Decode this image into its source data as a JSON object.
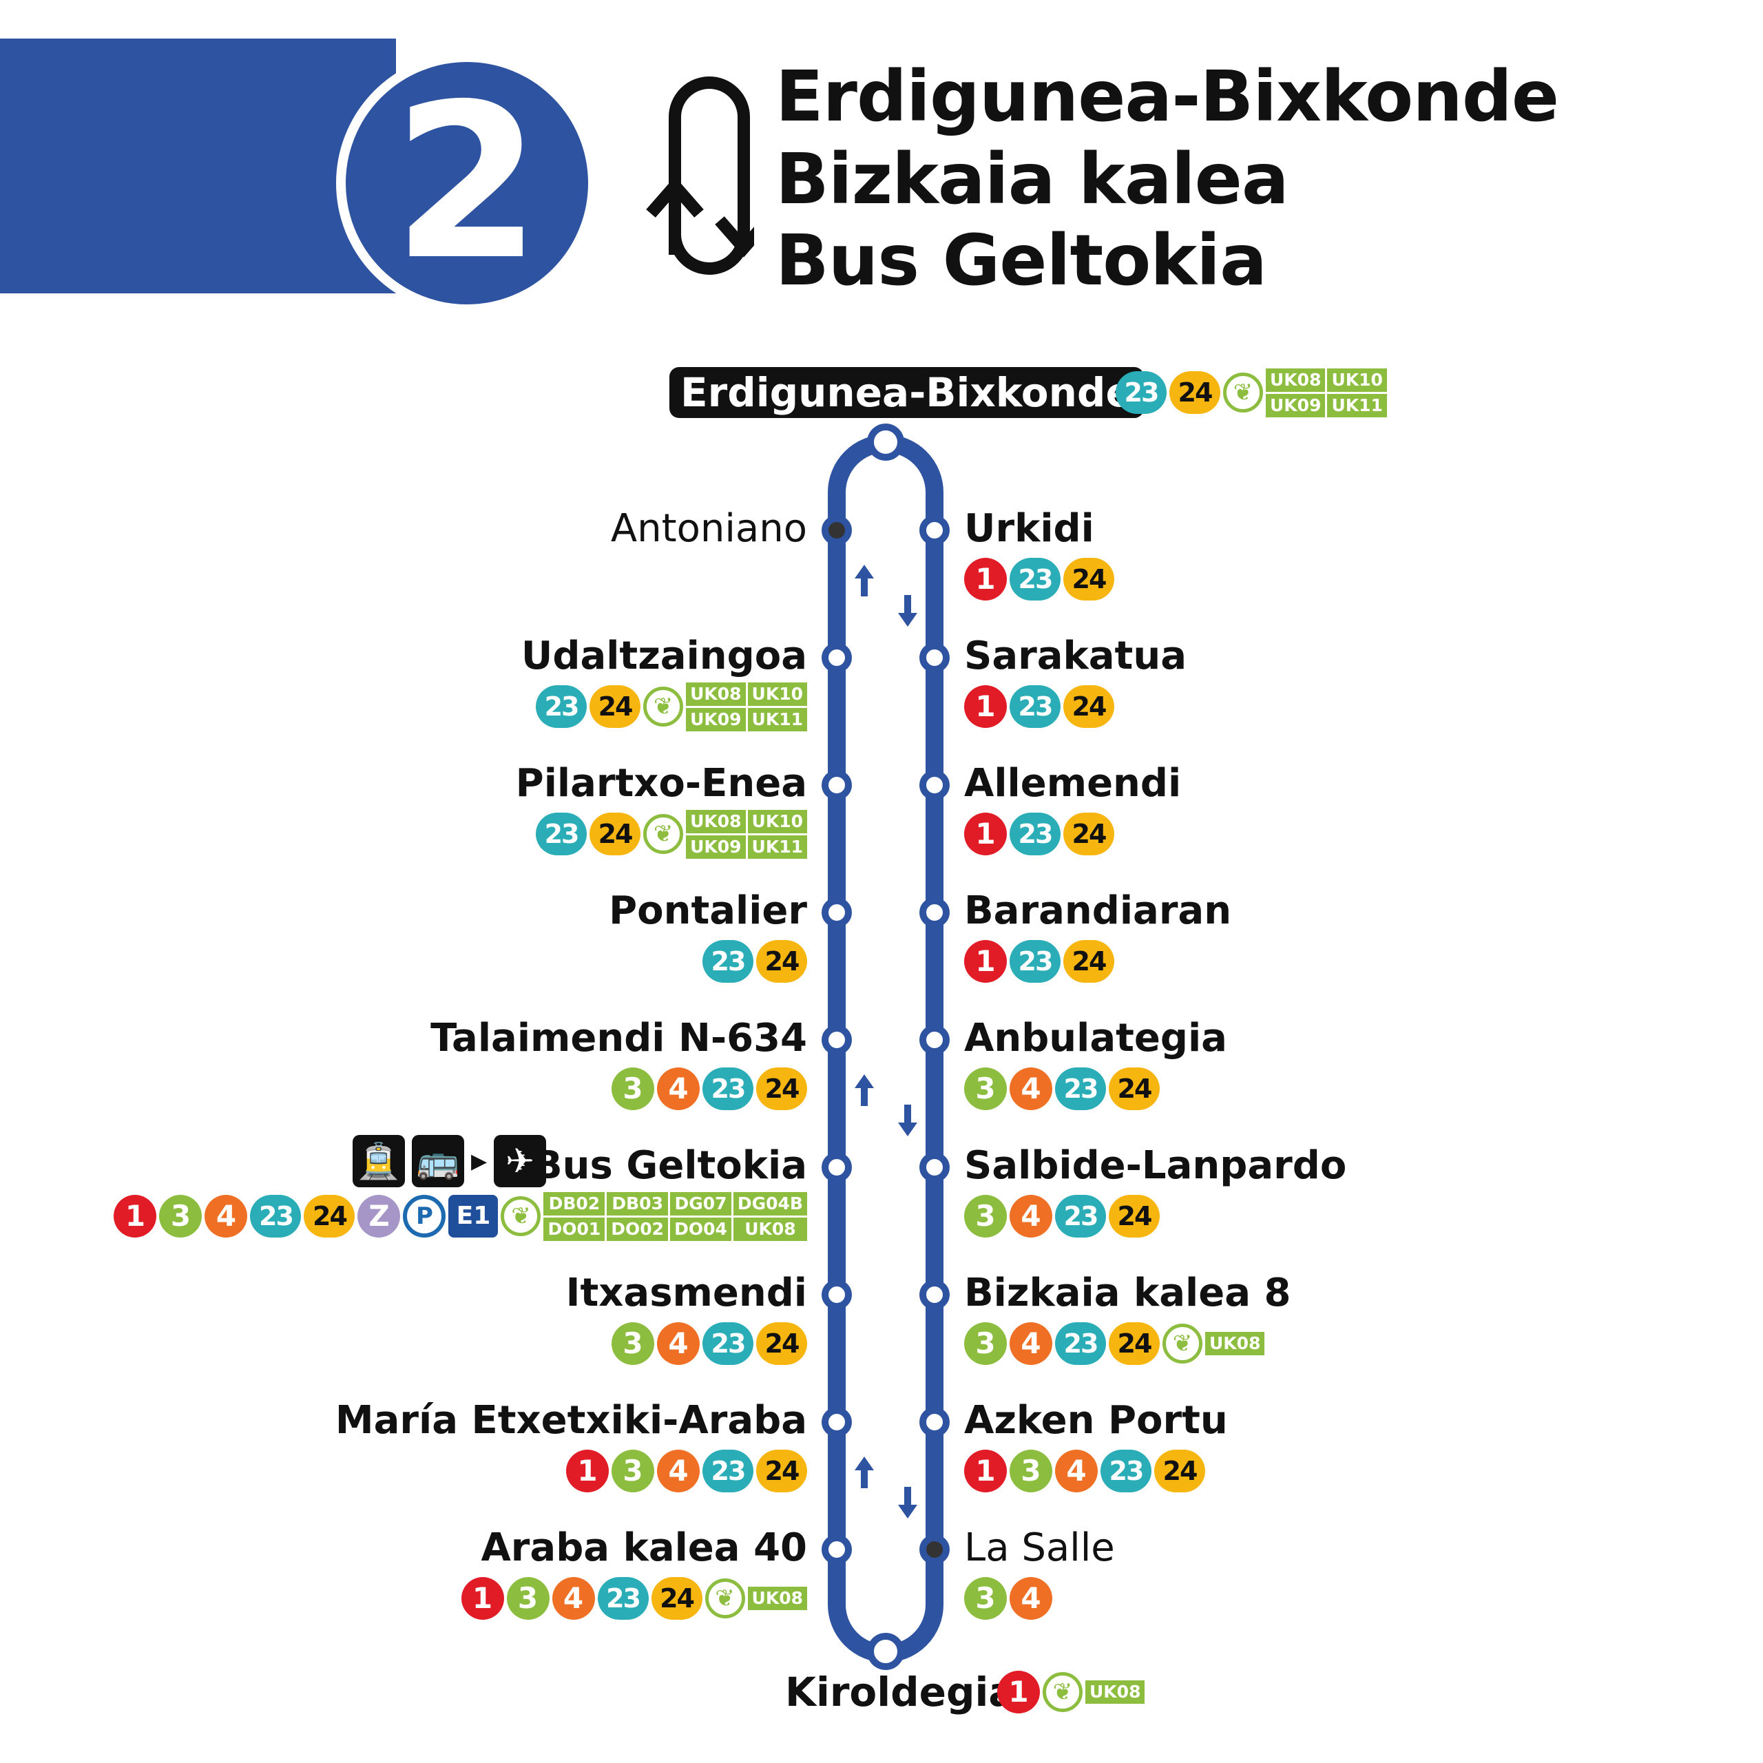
{
  "header": {
    "line_number": "2",
    "titles": [
      "Erdigunea-Bixkonde",
      "Bizkaia kalea",
      "Bus Geltokia"
    ]
  },
  "colors": {
    "line": "#2e53a1",
    "bus_23": "#2aadb7",
    "bus_24": "#f6b60f",
    "bus_1": "#e11c27",
    "bus_3": "#8cbd3f",
    "bus_4": "#ef7024",
    "uk_green": "#8cbd3f"
  },
  "terminus_top": {
    "name": "Erdigunea-Bixkonde",
    "buses": [
      "23",
      "24"
    ],
    "uk": [
      "UK08",
      "UK09",
      "UK10",
      "UK11"
    ]
  },
  "terminus_bottom": {
    "name": "Kiroldegia",
    "buses": [
      "1"
    ],
    "uk": [
      "UK08"
    ]
  },
  "left_stops": [
    {
      "name": "Antoniano",
      "bold": false,
      "buses": [],
      "uk": []
    },
    {
      "name": "Udaltzaingoa",
      "bold": true,
      "buses": [
        "23",
        "24"
      ],
      "uk": [
        "UK08",
        "UK09",
        "UK10",
        "UK11"
      ]
    },
    {
      "name": "Pilartxo-Enea",
      "bold": true,
      "buses": [
        "23",
        "24"
      ],
      "uk": [
        "UK08",
        "UK09",
        "UK10",
        "UK11"
      ]
    },
    {
      "name": "Pontalier",
      "bold": true,
      "buses": [
        "23",
        "24"
      ],
      "uk": []
    },
    {
      "name": "Talaimendi N-634",
      "bold": true,
      "buses": [
        "3",
        "4",
        "23",
        "24"
      ],
      "uk": []
    },
    {
      "name": "Bus Geltokia",
      "bold": true,
      "buses": [
        "1",
        "3",
        "4",
        "23",
        "24",
        "Z",
        "P",
        "E1"
      ],
      "uk": [
        "DB02",
        "DO01",
        "DB03",
        "DO02",
        "DG07",
        "DO04",
        "DG04B",
        "UK08"
      ]
    },
    {
      "name": "Itxasmendi",
      "bold": true,
      "buses": [
        "3",
        "4",
        "23",
        "24"
      ],
      "uk": []
    },
    {
      "name": "María Etxetxiki-Araba",
      "bold": true,
      "buses": [
        "1",
        "3",
        "4",
        "23",
        "24"
      ],
      "uk": []
    },
    {
      "name": "Araba kalea 40",
      "bold": true,
      "buses": [
        "1",
        "3",
        "4",
        "23",
        "24"
      ],
      "uk": [
        "UK08"
      ]
    }
  ],
  "right_stops": [
    {
      "name": "Urkidi",
      "bold": true,
      "buses": [
        "1",
        "23",
        "24"
      ],
      "uk": []
    },
    {
      "name": "Sarakatua",
      "bold": true,
      "buses": [
        "1",
        "23",
        "24"
      ],
      "uk": []
    },
    {
      "name": "Allemendi",
      "bold": true,
      "buses": [
        "1",
        "23",
        "24"
      ],
      "uk": []
    },
    {
      "name": "Barandiaran",
      "bold": true,
      "buses": [
        "1",
        "23",
        "24"
      ],
      "uk": []
    },
    {
      "name": "Anbulategia",
      "bold": true,
      "buses": [
        "3",
        "4",
        "23",
        "24"
      ],
      "uk": []
    },
    {
      "name": "Salbide-Lanpardo",
      "bold": true,
      "buses": [
        "3",
        "4",
        "23",
        "24"
      ],
      "uk": []
    },
    {
      "name": "Bizkaia kalea 8",
      "bold": true,
      "buses": [
        "3",
        "4",
        "23",
        "24"
      ],
      "uk": [
        "UK08"
      ]
    },
    {
      "name": "Azken Portu",
      "bold": true,
      "buses": [
        "1",
        "3",
        "4",
        "23",
        "24"
      ],
      "uk": []
    },
    {
      "name": "La Salle",
      "bold": false,
      "buses": [
        "3",
        "4"
      ],
      "uk": []
    }
  ],
  "connection_icons": [
    "tram-icon",
    "bus-icon",
    "airport-icon"
  ]
}
